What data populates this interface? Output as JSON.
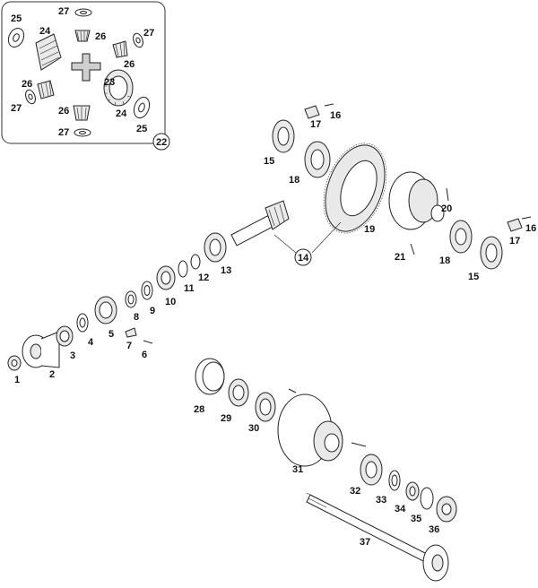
{
  "labels": {
    "p1": "1",
    "p2": "2",
    "p3": "3",
    "p4": "4",
    "p5": "5",
    "p6": "6",
    "p7": "7",
    "p8": "8",
    "p9": "9",
    "p10": "10",
    "p11": "11",
    "p12": "12",
    "p13": "13",
    "p14": "14",
    "p15a": "15",
    "p15b": "15",
    "p16a": "16",
    "p16b": "16",
    "p17a": "17",
    "p17b": "17",
    "p18a": "18",
    "p18b": "18",
    "p19": "19",
    "p20": "20",
    "p21": "21",
    "p22": "22",
    "p23": "23",
    "p24a": "24",
    "p24b": "24",
    "p25a": "25",
    "p25b": "25",
    "p26a": "26",
    "p26b": "26",
    "p26c": "26",
    "p26d": "26",
    "p27a": "27",
    "p27b": "27",
    "p27c": "27",
    "p27d": "27",
    "p28": "28",
    "p29": "29",
    "p30": "30",
    "p31": "31",
    "p32": "32",
    "p33": "33",
    "p34": "34",
    "p35": "35",
    "p36": "36",
    "p37": "37"
  }
}
